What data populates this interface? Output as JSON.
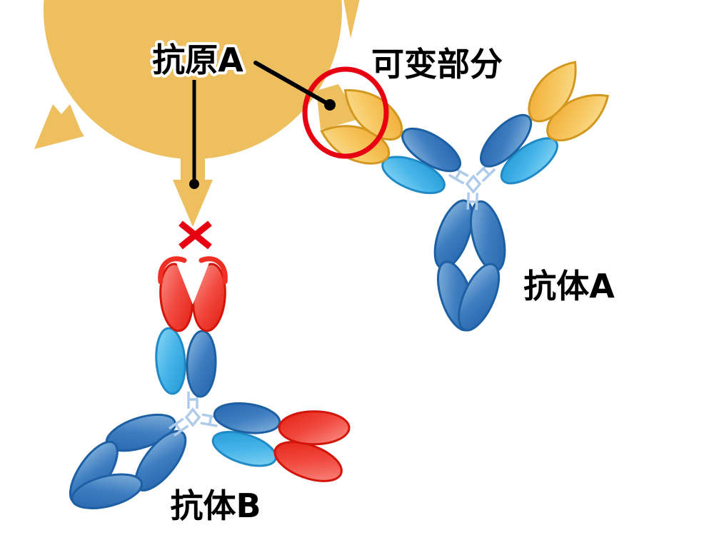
{
  "diagram": {
    "type": "antibody-antigen-specificity-diagram",
    "labels": {
      "antigen": "抗原A",
      "variable_region": "可变部分",
      "antibody_a": "抗体A",
      "antibody_b": "抗体B"
    },
    "markers": {
      "no_binding": "x-mark",
      "binding_site_highlight": "red-ellipse-ring",
      "antigen_pointers": [
        "line-to-down-arrow",
        "line-to-binding-wedge"
      ]
    },
    "colors": {
      "antigen": "#EDBF5F",
      "heavy_chain_dark_blue": "#2D6FB5",
      "light_chain_light_blue": "#46B4E8",
      "variable_tip_antibody_a": "#F7C964",
      "variable_tip_antibody_b": "#F14A3F",
      "hinge_ladder": "#AECBEA",
      "annotation_red": "#E60012",
      "text": "#000000",
      "background": "#FFFFFF"
    }
  }
}
